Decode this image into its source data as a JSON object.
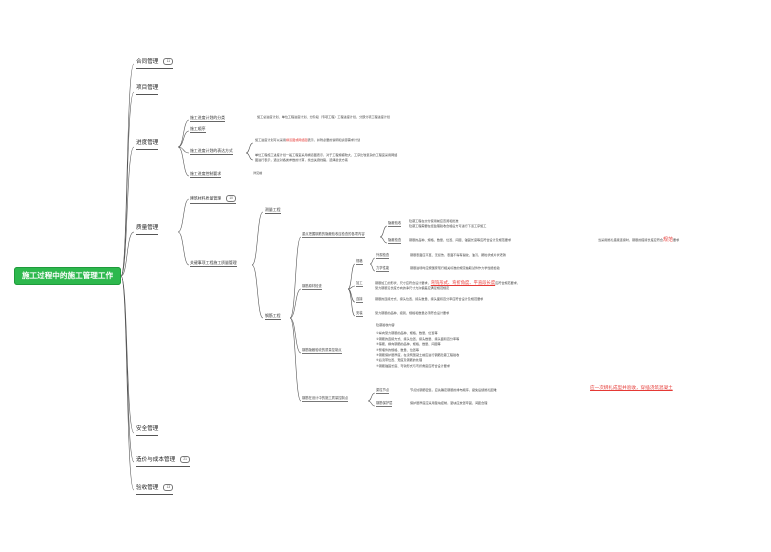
{
  "root": {
    "label": "施工过程中的施工管理工作"
  },
  "branches": {
    "contract": {
      "label": "合同管理",
      "count": "11"
    },
    "project": {
      "label": "项目管理"
    },
    "schedule": {
      "label": "进度管理",
      "items": [
        {
          "label": "施工进度计划的分类",
          "detail": "施工总进度计划、单位工程进度计划、分阶段（专项工程）工程进度计划、分部分项工程进度计划"
        },
        {
          "label": "施工顺序"
        },
        {
          "label": "施工进度计划的表达方式",
          "details": [
            {
              "pre": "施工进度计划可以采用",
              "red": "横道图或网络图",
              "post": "表示，并附必要的说明和资源需求计划"
            },
            {
              "line1": "单位工程施工进度计划一般工程宜采用横道图表示，对于工程规模较大、工序比较复杂的工程宜采用网络",
              "line2": "图进行表示，通过对各类参数的计算，找出关键线路，选择最优方案"
            }
          ]
        },
        {
          "label": "施工进度控制要求",
          "detail": "详见前"
        }
      ]
    },
    "quality": {
      "label": "质量管理",
      "items": [
        {
          "label": "建筑材料质量管理",
          "count": "10"
        },
        {
          "label": "关键事项工程施工质量管理",
          "children": [
            {
              "label": "测量工程"
            },
            {
              "label": "钢筋工程",
              "children": [
                {
                  "label": "重点把握钢筋的隐蔽验收应检查的各项内容",
                  "groups": [
                    {
                      "label": "隐蔽验收",
                      "line1": "隐蔽工程在交付使用前应查阅和批准",
                      "line2": "隐蔽工程需要在经监理验收合格后方可进行下道工序施工",
                      "note_pre": "",
                      "note_red": "",
                      "note_post": ""
                    },
                    {
                      "label": "隐蔽检查",
                      "line1": "钢筋的品种、规格、数量、位置、间距、锚固长度等应符合设计及规范要求",
                      "note_pre": "当采用绑扎搭接连接时，钢筋的搭接长度应符合",
                      "note_red": "规范",
                      "note_post": "要求"
                    }
                  ]
                },
                {
                  "label": "钢筋原材检查",
                  "children": [
                    {
                      "label": "规格",
                      "rows": [
                        {
                          "label": "外观检查",
                          "text": "钢筋表面应平直、无损伤，表面不得有裂纹、油污、颗粒状或片状老锈"
                        },
                        {
                          "label": "力学性能",
                          "text": "钢筋进场时应按国家现行相关标准的规定抽取试件作力学性能检验"
                        }
                      ]
                    },
                    {
                      "label": "加工",
                      "pre": "钢筋加工的形状、尺寸应符合设计要求，",
                      "red": "弯钩形式、弯折角度、平直段长度",
                      "post": "应符合规范要求，",
                      "line2": "受力钢筋沿长度方向的净尺寸允许偏差应满足规范规定"
                    },
                    {
                      "label": "连接",
                      "text": "钢筋的连接方式、接头位置、接头数量、接头面积百分率应符合设计及规范要求"
                    },
                    {
                      "label": "安装",
                      "text": "受力钢筋的品种、级别、规格和数量必须符合设计要求"
                    }
                  ]
                },
                {
                  "label": "钢筋隐蔽验收的质量控制点",
                  "list_title": "隐蔽验收内容",
                  "list": [
                    "①纵向受力钢筋的品种、规格、数量、位置等",
                    "②钢筋的连接方式、接头位置、接头数量、接头面积百分率等",
                    "③箍筋、横向钢筋的品种、规格、数量、间距等",
                    "④预埋件的规格、数量、位置等",
                    "⑤钢筋保护层厚度，在浇筑混凝土前应进行钢筋隐蔽工程验收",
                    "⑥后浇带位置、宽度及钢筋的处理",
                    "⑦钢筋锚固长度、弯钩形式与弯折角度应符合设计要求"
                  ]
                },
                {
                  "label": "钢筋在设计中的施工质量控制点",
                  "rows": [
                    {
                      "label": "梁柱节点",
                      "text": "节点处钢筋密集，应先确定钢筋的排布顺序，避免后续绑扎困难",
                      "red": "应一次绑扎成型并验收，穿插浇筑混凝土"
                    },
                    {
                      "label": "钢筋保护层",
                      "text": "保护层厚度应采用垫块控制，垫块应放置牢固、间距合理",
                      "red": ""
                    }
                  ]
                }
              ]
            }
          ]
        }
      ]
    },
    "safety": {
      "label": "安全管理"
    },
    "cost": {
      "label": "造价与成本管理",
      "count": "21"
    },
    "acceptance": {
      "label": "验收管理",
      "count": "13"
    }
  }
}
